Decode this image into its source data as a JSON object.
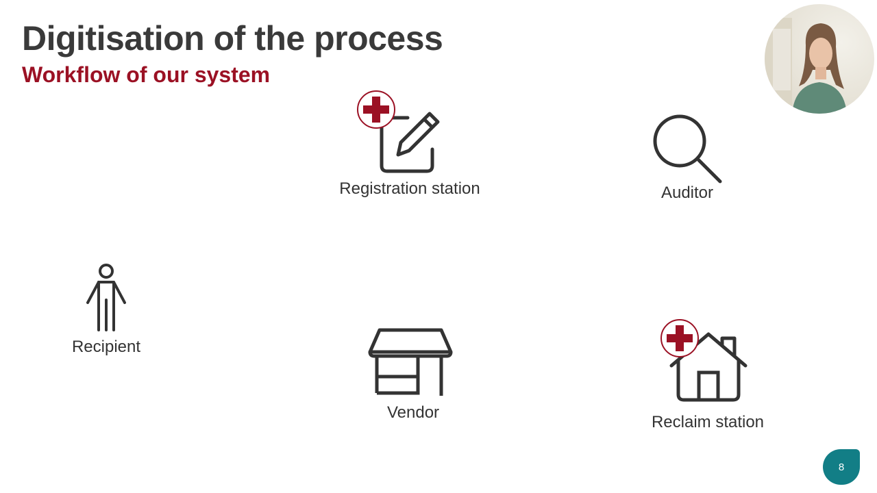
{
  "slide": {
    "title": "Digitisation of the process",
    "subtitle": "Workflow of our system",
    "page_number": "8"
  },
  "nodes": {
    "registration": {
      "label": "Registration station",
      "icon": "register-edit-icon"
    },
    "auditor": {
      "label": "Auditor",
      "icon": "magnifier-icon"
    },
    "recipient": {
      "label": "Recipient",
      "icon": "person-icon"
    },
    "vendor": {
      "label": "Vendor",
      "icon": "shop-icon"
    },
    "reclaim": {
      "label": "Reclaim station",
      "icon": "house-icon"
    }
  },
  "colors": {
    "title": "#3a3a3a",
    "accent": "#9b1124",
    "icon_stroke": "#333333",
    "page_badge": "#127e86"
  }
}
